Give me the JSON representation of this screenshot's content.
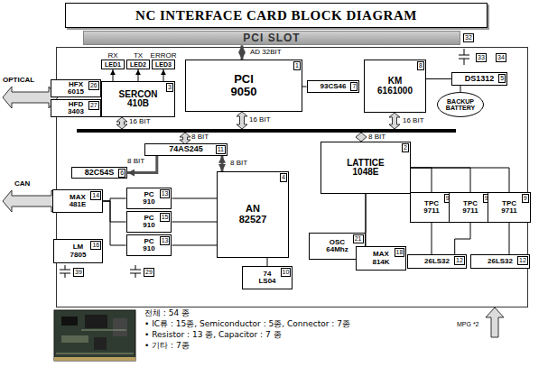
{
  "diagram": {
    "title": "NC INTERFACE CARD BLOCK DIAGRAM",
    "nodes": [
      {
        "text": [
          "PCI SLOT"
        ]
      },
      {
        "text": [
          "RX",
          "LED1"
        ]
      },
      {
        "text": [
          "TX",
          "LED2"
        ]
      },
      {
        "text": [
          "ERROR",
          "LED3"
        ]
      },
      {
        "text": [
          "HFX 6015",
          "26"
        ]
      },
      {
        "text": [
          "HFD 3403",
          "27"
        ]
      },
      {
        "text": [
          "SERCON 410B",
          "3"
        ]
      },
      {
        "text": [
          "PCI 9050",
          "1"
        ]
      },
      {
        "text": [
          "93CS46",
          "7"
        ]
      },
      {
        "text": [
          "KM 6161000",
          "8"
        ]
      },
      {
        "text": [
          "DS1312",
          "5"
        ]
      },
      {
        "text": [
          "BACKUP BATTERY"
        ]
      },
      {
        "text": [
          "74AS245",
          "11"
        ]
      },
      {
        "text": [
          "82C54S",
          "6"
        ]
      },
      {
        "text": [
          "LATTICE 1048E",
          "2"
        ]
      },
      {
        "text": [
          "AN 82527",
          "4"
        ]
      },
      {
        "text": [
          "MAX 481E",
          "14"
        ]
      },
      {
        "text": [
          "PC 910",
          "13"
        ]
      },
      {
        "text": [
          "PC 910",
          "15"
        ]
      },
      {
        "text": [
          "PC 910",
          "13"
        ]
      },
      {
        "text": [
          "LM 7805",
          "16"
        ]
      },
      {
        "text": [
          "74 LS04",
          "10"
        ]
      },
      {
        "text": [
          "OSC 64Mhz",
          "21"
        ]
      },
      {
        "text": [
          "MAX 814K",
          "18"
        ]
      },
      {
        "text": [
          "TPC 9711",
          "9"
        ]
      },
      {
        "text": [
          "TPC 9711",
          "9"
        ]
      },
      {
        "text": [
          "TPC 9711",
          "9"
        ]
      },
      {
        "text": [
          "26LS32",
          "12"
        ]
      },
      {
        "text": [
          "26LS32",
          "12"
        ]
      }
    ],
    "edges": [
      {
        "from": 0,
        "to": 7,
        "label": "AD 32BIT",
        "arrow": "both"
      },
      {
        "from": 6,
        "to": 1,
        "arrow": "to"
      },
      {
        "from": 6,
        "to": 2,
        "arrow": "to"
      },
      {
        "from": 6,
        "to": 3,
        "arrow": "to"
      },
      {
        "from": 4,
        "to": 6,
        "arrow": "none"
      },
      {
        "from": 5,
        "to": 6,
        "arrow": "none"
      },
      {
        "from": 8,
        "to": 7,
        "arrow": "none"
      },
      {
        "from": 10,
        "to": 9,
        "arrow": "none"
      },
      {
        "from": 10,
        "to": 11,
        "arrow": "none"
      },
      {
        "from": 12,
        "to": 13,
        "label": "8 BIT",
        "arrow": "to"
      },
      {
        "from": 12,
        "to": 15,
        "label": "8 BIT",
        "arrow": "both"
      },
      {
        "from": 16,
        "to": 17,
        "arrow": "none"
      },
      {
        "from": 16,
        "to": 18,
        "arrow": "none"
      },
      {
        "from": 16,
        "to": 19,
        "arrow": "none"
      },
      {
        "from": 17,
        "to": 15,
        "arrow": "none"
      },
      {
        "from": 18,
        "to": 15,
        "arrow": "none"
      },
      {
        "from": 19,
        "to": 15,
        "arrow": "none"
      },
      {
        "from": 15,
        "to": 21,
        "arrow": "none"
      },
      {
        "from": 22,
        "to": 14,
        "arrow": "none"
      },
      {
        "from": 23,
        "to": 14,
        "arrow": "none"
      },
      {
        "from": 24,
        "to": 14,
        "arrow": "none"
      },
      {
        "from": 25,
        "to": 14,
        "arrow": "none"
      },
      {
        "from": 26,
        "to": 14,
        "arrow": "none"
      },
      {
        "from": 27,
        "to": 24,
        "arrow": "none"
      },
      {
        "from": 27,
        "to": 25,
        "arrow": "none"
      },
      {
        "from": 28,
        "to": 26,
        "arrow": "none"
      }
    ],
    "labels": [
      "OPTICAL",
      "CAN",
      "32",
      "33",
      "34",
      "16 BIT",
      "16 BIT",
      "16 BIT",
      "8 BIT",
      "8 BIT",
      "39",
      "29",
      "MPG *2",
      "전체 : 54 종",
      "• IC류 : 15종, Semiconductor : 5종, Connector : 7종",
      "• Resistor : 13 종, Capacitor : 7 종",
      "• 기타 : 7종"
    ]
  }
}
